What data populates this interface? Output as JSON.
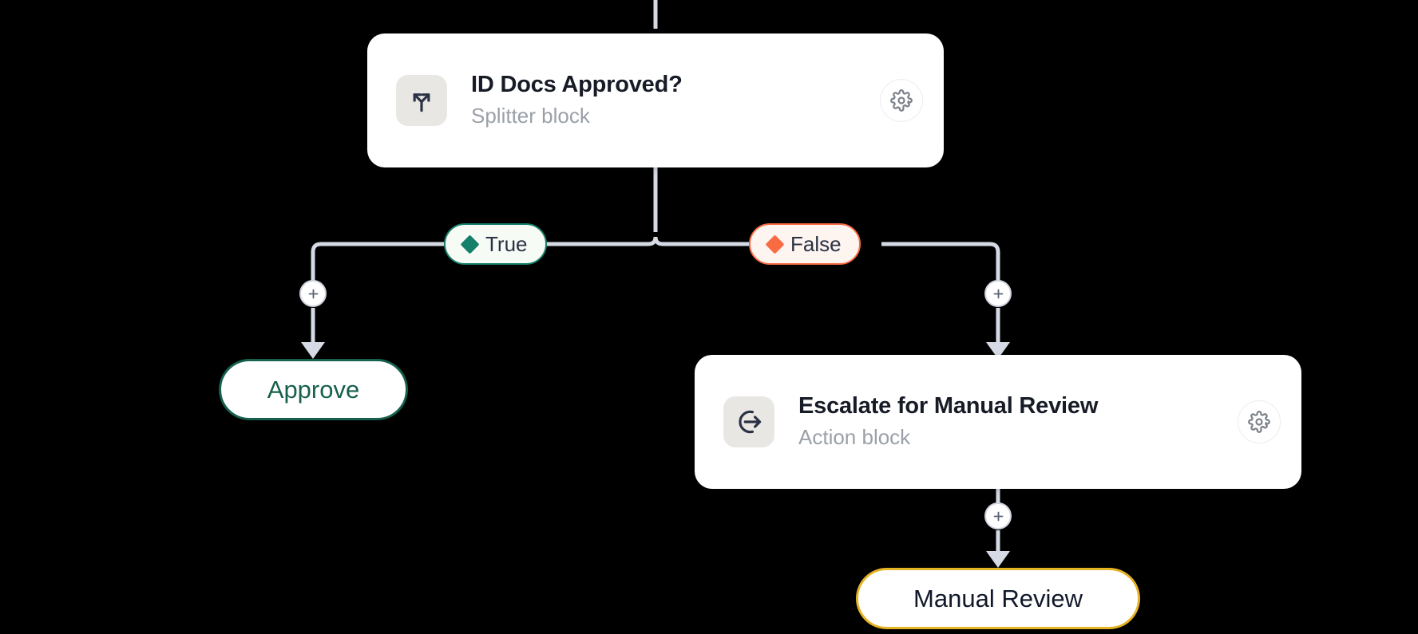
{
  "canvas": {
    "background_color": "#000000",
    "wire_color": "#d6dae4"
  },
  "blocks": [
    {
      "id": "splitter",
      "title": "ID Docs Approved?",
      "subtitle": "Splitter block",
      "icon": "split-arrows-icon",
      "settings_icon": "gear-icon"
    },
    {
      "id": "action",
      "title": "Escalate for Manual Review",
      "subtitle": "Action block",
      "icon": "arrow-exit-circle-icon",
      "settings_icon": "gear-icon"
    }
  ],
  "conditions": [
    {
      "id": "true-branch",
      "label": "True",
      "marker_icon": "diamond-icon",
      "marker_color": "#15806a",
      "border_color": "#15806a",
      "fill_color": "#f7fbf6"
    },
    {
      "id": "false-branch",
      "label": "False",
      "marker_icon": "diamond-icon",
      "marker_color": "#f96b43",
      "border_color": "#f96b43",
      "fill_color": "#fef4f0"
    }
  ],
  "terminals": [
    {
      "id": "approve",
      "label": "Approve",
      "border_color": "#17604e",
      "text_color": "#17604e"
    },
    {
      "id": "manual-review",
      "label": "Manual Review",
      "border_color": "#e6b325",
      "text_color": "#11182a"
    }
  ],
  "add_buttons": [
    {
      "id": "add-after-true",
      "icon": "plus-icon",
      "label": "+"
    },
    {
      "id": "add-after-false",
      "icon": "plus-icon",
      "label": "+"
    },
    {
      "id": "add-after-action",
      "icon": "plus-icon",
      "label": "+"
    }
  ]
}
